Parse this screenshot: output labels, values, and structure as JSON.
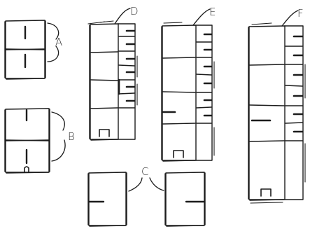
{
  "labels": {
    "a": "A",
    "b": "B",
    "c": "C",
    "d": "D",
    "e": "E",
    "f": "F"
  },
  "colors": {
    "ink": "#1c1c1c",
    "label": "#333333",
    "background": "#ffffff"
  }
}
